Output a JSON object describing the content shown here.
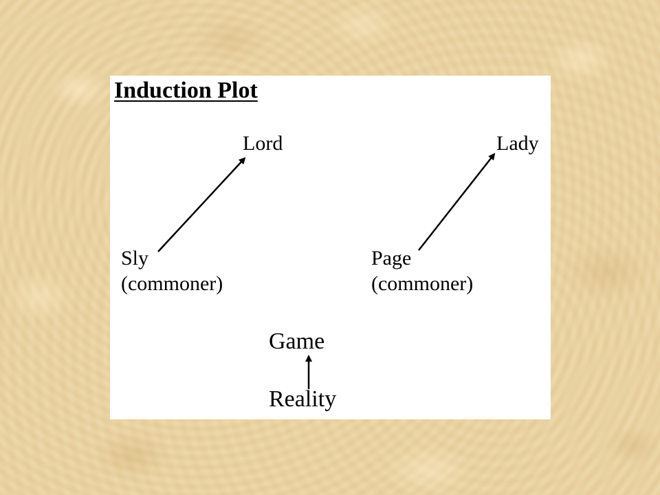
{
  "slide": {
    "title": "Induction Plot",
    "left_pair": {
      "to": "Lord",
      "from": "Sly",
      "from_note": "(commoner)"
    },
    "right_pair": {
      "to": "Lady",
      "from": "Page",
      "from_note": "(commoner)"
    },
    "bottom_pair": {
      "to": "Game",
      "from": "Reality"
    }
  },
  "colors": {
    "background": "#ead3a2",
    "panel": "#ffffff",
    "ink": "#000000"
  }
}
